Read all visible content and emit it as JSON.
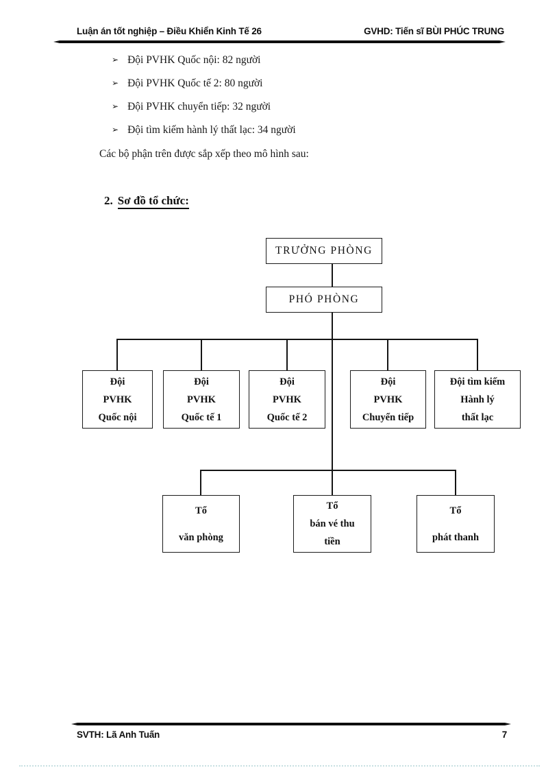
{
  "header": {
    "left": "Luận án tốt nghiệp – Điều Khiển Kinh Tế 26",
    "right": "GVHD: Tiến sĩ BÙI PHÚC TRUNG"
  },
  "footer": {
    "left": "SVTH: Lã Anh Tuấn",
    "page_number": "7"
  },
  "body": {
    "bullets": [
      {
        "marker": "➢",
        "text": "Đội PVHK Quốc nội: 82 người"
      },
      {
        "marker": "➢",
        "text": "Đội PVHK Quốc tế 2: 80 người"
      },
      {
        "marker": "➢",
        "text": "Đội PVHK chuyển tiếp: 32 người"
      },
      {
        "marker": "➢",
        "text": "Đội tìm kiếm hành lý thất lạc: 34 người"
      }
    ],
    "paragraph": "Các bộ phận trên được sắp xếp theo mô hình sau:",
    "heading": {
      "number": "2.",
      "title": "Sơ đồ tổ chức:"
    }
  },
  "org_chart": {
    "nodes": {
      "truong_phong": {
        "label": "TRƯỞNG PHÒNG"
      },
      "pho_phong": {
        "label": "PHÓ PHÒNG"
      },
      "doi_quoc_noi": {
        "lines": [
          "Đội",
          "PVHK",
          "Quốc nội"
        ]
      },
      "doi_quoc_te_1": {
        "lines": [
          "Đội",
          "PVHK",
          "Quốc tế 1"
        ]
      },
      "doi_quoc_te_2": {
        "lines": [
          "Đội",
          "PVHK",
          "Quốc tế 2"
        ]
      },
      "doi_chuyen_tiep": {
        "lines": [
          "Đội",
          "PVHK",
          "Chuyển tiếp"
        ]
      },
      "doi_tim_kiem": {
        "lines": [
          "Đội tìm kiếm",
          "Hành lý",
          "thất lạc"
        ]
      },
      "to_van_phong": {
        "lines": [
          "Tổ",
          "văn phòng"
        ]
      },
      "to_ban_ve": {
        "lines": [
          "Tổ",
          "bán vé thu",
          "tiền"
        ]
      },
      "to_phat_thanh": {
        "lines": [
          "Tổ",
          "phát thanh"
        ]
      }
    },
    "hierarchy": {
      "root": "TRƯỞNG PHÒNG",
      "level2": [
        "PHÓ PHÒNG"
      ],
      "level3": [
        "Đội PVHK Quốc nội",
        "Đội PVHK Quốc tế 1",
        "Đội PVHK Quốc tế 2",
        "Đội PVHK Chuyển tiếp",
        "Đội tìm kiếm Hành lý thất lạc"
      ],
      "level4": [
        "Tổ văn phòng",
        "Tổ bán vé thu tiền",
        "Tổ phát thanh"
      ]
    },
    "colors": {
      "line": "#141414",
      "box_border": "#1a1a1a",
      "text": "#111111"
    }
  }
}
